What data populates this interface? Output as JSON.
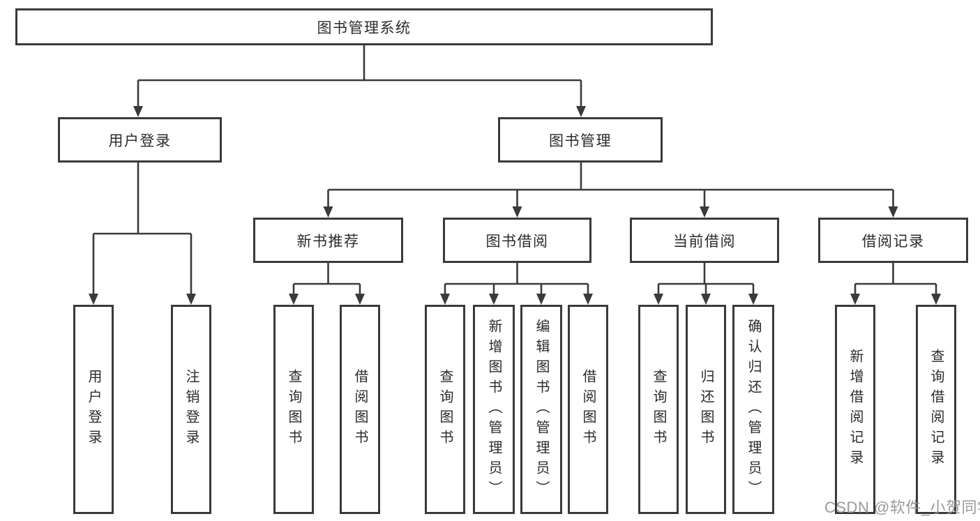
{
  "nodes": {
    "root": "图书管理系统",
    "l2": [
      "用户登录",
      "图书管理"
    ],
    "l3": [
      "新书推荐",
      "图书借阅",
      "当前借阅",
      "借阅记录"
    ],
    "leaf_groups": [
      [
        "用户登录",
        "注销登录"
      ],
      [
        "查询图书",
        "借阅图书"
      ],
      [
        "查询图书",
        "新增图书（管理员）",
        "编辑图书（管理员）",
        "借阅图书"
      ],
      [
        "查询图书",
        "归还图书",
        "确认归还（管理员）"
      ],
      [
        "新增借阅记录",
        "查询借阅记录"
      ]
    ]
  },
  "watermark": "CSDN @软件_小贺同学",
  "colors": {
    "background": "#ffffff",
    "line": "#3a3a3a",
    "box_border": "#3a3a3a",
    "text": "#2b2b2b",
    "watermark": "#949494"
  }
}
